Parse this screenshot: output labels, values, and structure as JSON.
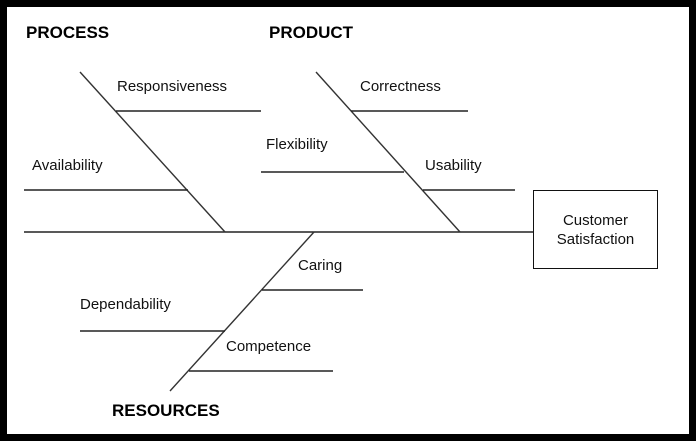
{
  "categories": {
    "process": "PROCESS",
    "product": "PRODUCT",
    "resources": "RESOURCES"
  },
  "causes": {
    "responsiveness": "Responsiveness",
    "availability": "Availability",
    "correctness": "Correctness",
    "flexibility": "Flexibility",
    "usability": "Usability",
    "caring": "Caring",
    "dependability": "Dependability",
    "competence": "Competence"
  },
  "effect": {
    "line1": "Customer",
    "line2": "Satisfaction"
  }
}
